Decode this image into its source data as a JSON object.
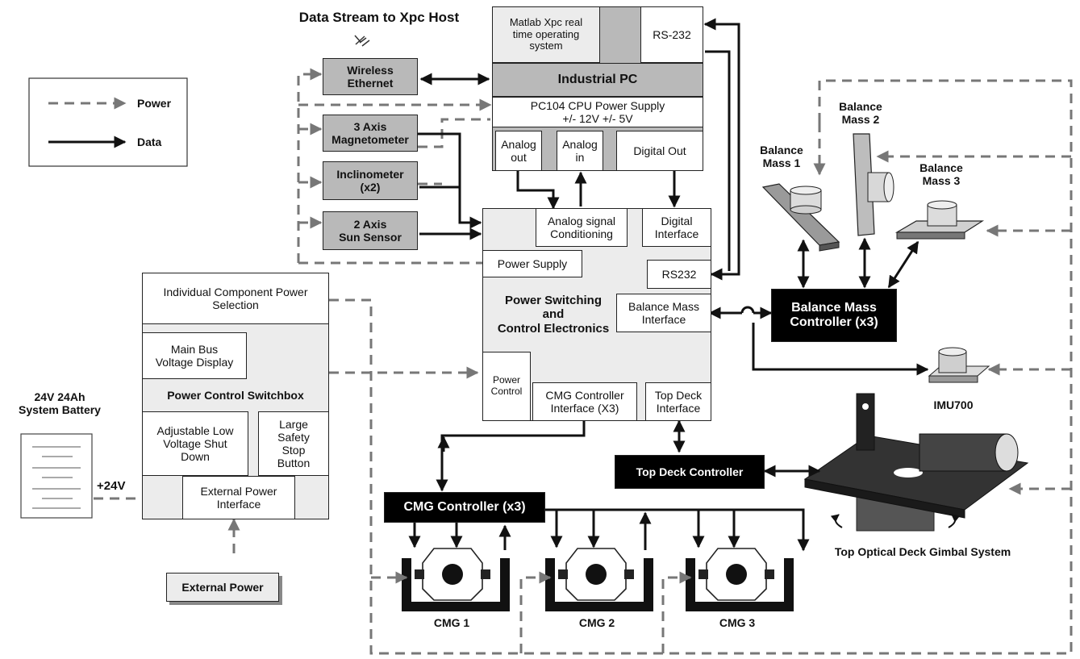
{
  "title": "Data Stream to Xpc Host",
  "legend": {
    "power": "Power",
    "data": "Data"
  },
  "colors": {
    "power": "#777777",
    "data": "#111111",
    "grey_box": "#b9b9b9",
    "light_box": "#ececec",
    "black_box": "#000000"
  },
  "icons": {
    "antenna": "satellite-antenna-icon"
  },
  "sensors": {
    "wireless": "Wireless\nEthernet",
    "magnetometer": "3 Axis\nMagnetometer",
    "inclinometer": "Inclinometer\n(x2)",
    "sun_sensor": "2 Axis\nSun Sensor"
  },
  "pc": {
    "os": "Matlab Xpc real\ntime operating\nsystem",
    "rs232": "RS-232",
    "industrial": "Industrial PC",
    "cpu_power": "PC104 CPU Power Supply\n+/- 12V +/- 5V",
    "analog_out": "Analog\nout",
    "analog_in": "Analog\nin",
    "digital_out": "Digital Out"
  },
  "pse": {
    "analog_signal": "Analog signal\nConditioning",
    "digital_interface": "Digital\nInterface",
    "power_supply": "Power Supply",
    "rs232": "RS232",
    "title": "Power Switching\nand\nControl Electronics",
    "balance_interface": "Balance Mass\nInterface",
    "power_control": "Power\nControl",
    "cmg_interface": "CMG Controller\nInterface (X3)",
    "top_deck_interface": "Top Deck\nInterface"
  },
  "switchbox": {
    "component_power": "Individual Component Power\nSelection",
    "voltage_display": "Main Bus\nVoltage Display",
    "title": "Power Control Switchbox",
    "low_voltage": "Adjustable Low\nVoltage Shut\nDown",
    "safety_stop": "Large\nSafety\nStop\nButton",
    "external_interface": "External Power\nInterface"
  },
  "battery": {
    "label": "24V 24Ah\nSystem Battery",
    "voltage": "+24V"
  },
  "external_power": "External Power",
  "controllers": {
    "balance_mass": "Balance Mass\nController (x3)",
    "top_deck": "Top Deck Controller",
    "cmg": "CMG Controller (x3)"
  },
  "balance_masses": [
    "Balance\nMass 1",
    "Balance\nMass 2",
    "Balance\nMass 3"
  ],
  "imu": "IMU700",
  "gimbal": "Top Optical Deck Gimbal System",
  "cmgs": [
    "CMG 1",
    "CMG 2",
    "CMG 3"
  ]
}
